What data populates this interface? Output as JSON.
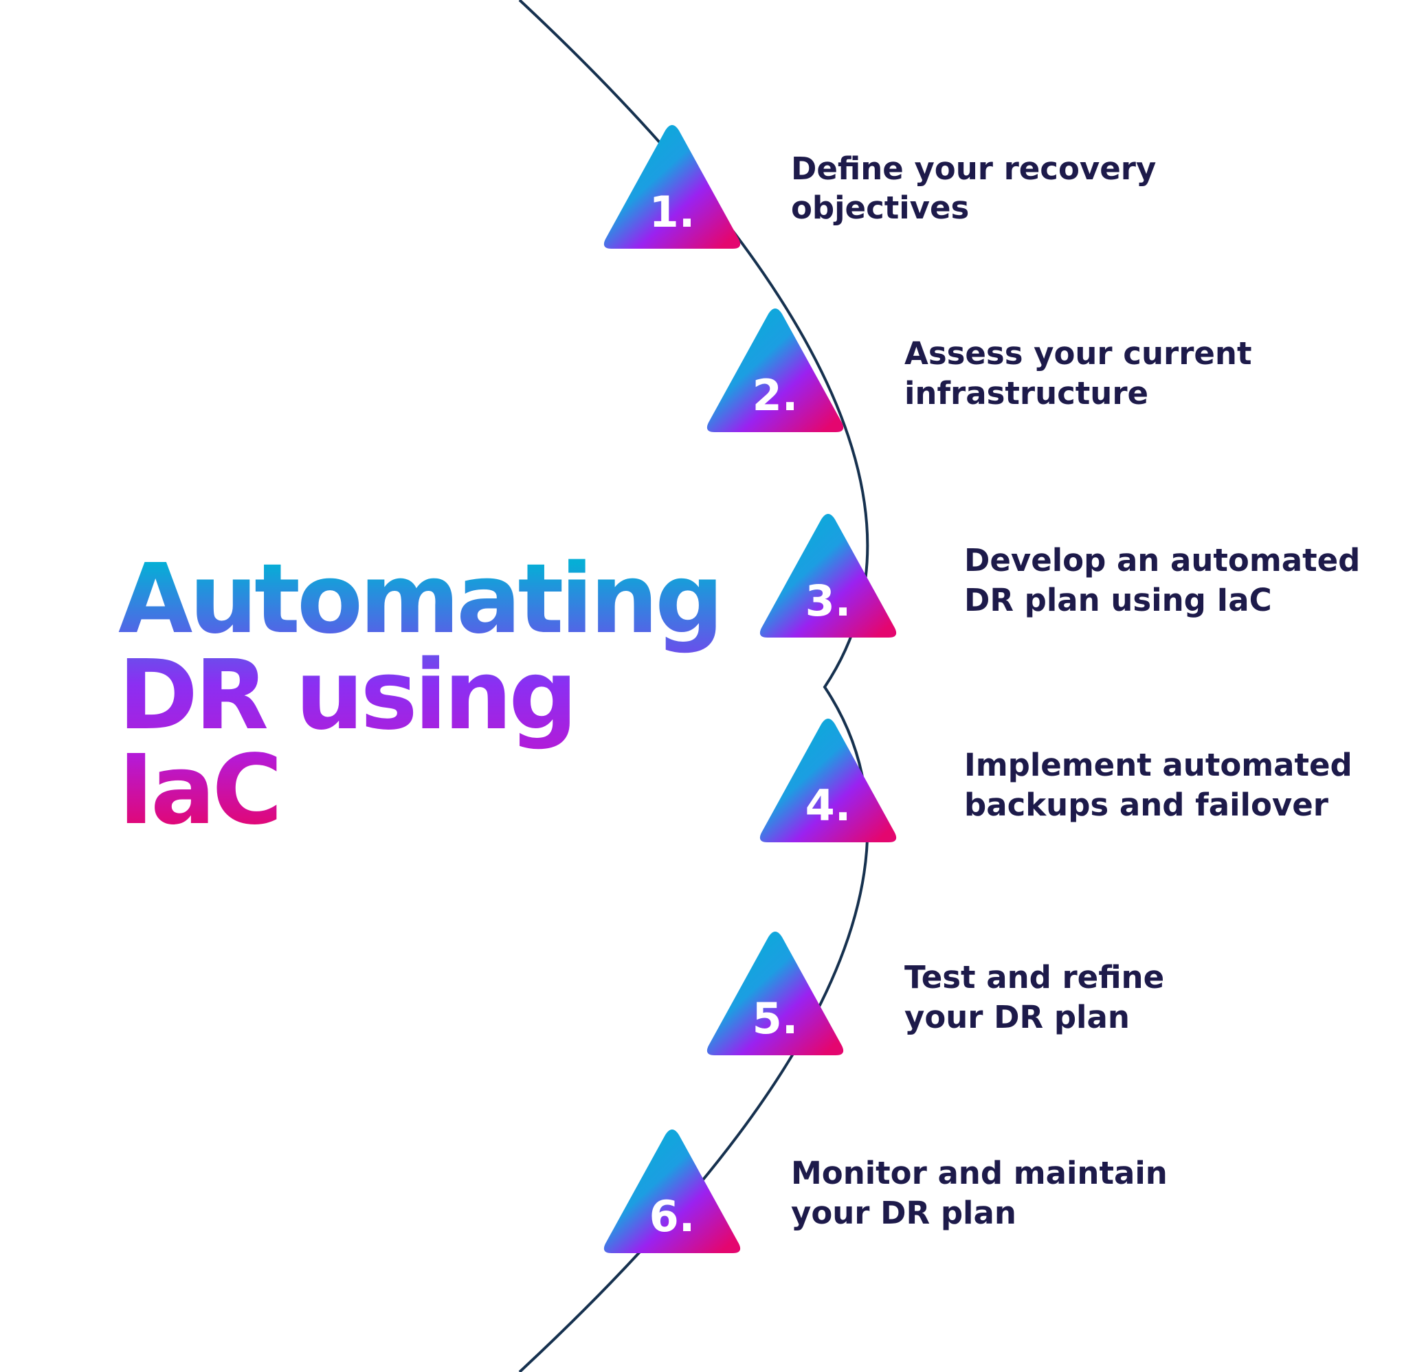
{
  "title": {
    "line1": "Automating",
    "line2": "DR using",
    "line3": "IaC"
  },
  "colors": {
    "cyan": "#06aed6",
    "purple": "#9a22f0",
    "magenta": "#e4066f",
    "text_dark": "#1d1a4a",
    "arc": "#16314f"
  },
  "steps": [
    {
      "number": "1.",
      "line1": "Define your recovery",
      "line2": "objectives"
    },
    {
      "number": "2.",
      "line1": "Assess your current",
      "line2": "infrastructure"
    },
    {
      "number": "3.",
      "line1": "Develop an automated",
      "line2": "DR plan using IaC"
    },
    {
      "number": "4.",
      "line1": "Implement automated",
      "line2": "backups and failover"
    },
    {
      "number": "5.",
      "line1": "Test and refine",
      "line2": "your DR plan"
    },
    {
      "number": "6.",
      "line1": "Monitor and maintain",
      "line2": "your DR plan"
    }
  ]
}
